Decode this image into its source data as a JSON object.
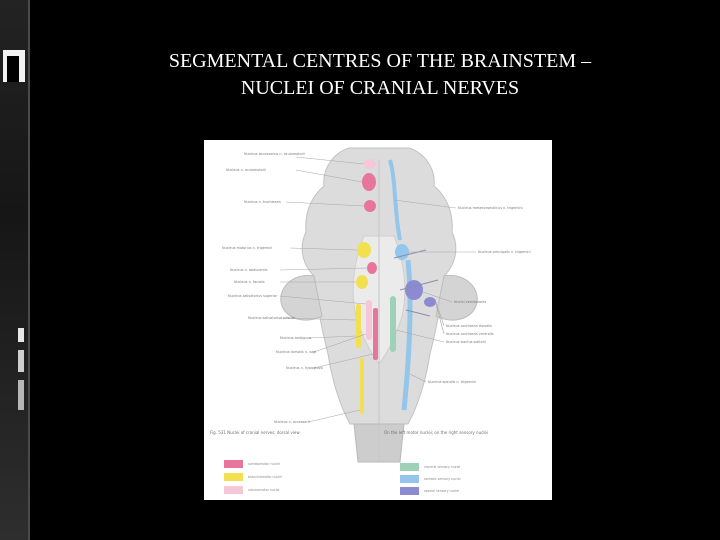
{
  "slide": {
    "title_line1": "SEGMENTAL CENTRES OF THE BRAINSTEM –",
    "title_line2": "NUCLEI OF CRANIAL NERVES"
  },
  "figure": {
    "colors": {
      "motor_pink": "#e8759c",
      "motor_yellow": "#f2e050",
      "light_pink": "#f6c7d8",
      "green": "#9ed1b7",
      "blue": "#93c6ea",
      "purple": "#8d8ad4"
    },
    "labels_left": [
      "Nucleus accessorius n. oculomotorii",
      "Nucleus n. oculomotorii",
      "Nucleus n. trochlearis",
      "Nucleus motorius n. trigemini",
      "Nucleus n. abducentis",
      "Nucleus n. facialis",
      "Nucleus salivatorius superior",
      "Nucleus salivatorius inferior",
      "Nucleus ambiguus",
      "Nucleus dorsalis n. vagi",
      "Nucleus n. hypoglossi",
      "Nucleus n. accessorii"
    ],
    "labels_right": [
      "Nucleus mesencephalicus n. trigemini",
      "Nucleus principalis n. trigemini",
      "Nuclei vestibulares",
      "Nucleus cochlearis dorsalis",
      "Nucleus cochlearis ventralis",
      "Nucleus tractus solitarii",
      "Nucleus spinalis n. trigemini"
    ],
    "caption_left": "Fig. 531 Nuclei of cranial nerves; dorsal view",
    "caption_right": "On the left motor nuclei; on the right sensory nuclei",
    "legend": [
      {
        "color_key": "motor_pink",
        "text": "somatomotor nuclei"
      },
      {
        "color_key": "motor_yellow",
        "text": "branchiomotor nuclei"
      },
      {
        "color_key": "light_pink",
        "text": "visceromotor nuclei"
      },
      {
        "color_key": "green",
        "text": "visceral sensory nuclei"
      },
      {
        "color_key": "blue",
        "text": "somatic sensory nuclei"
      },
      {
        "color_key": "purple",
        "text": "special sensory nuclei"
      }
    ]
  }
}
